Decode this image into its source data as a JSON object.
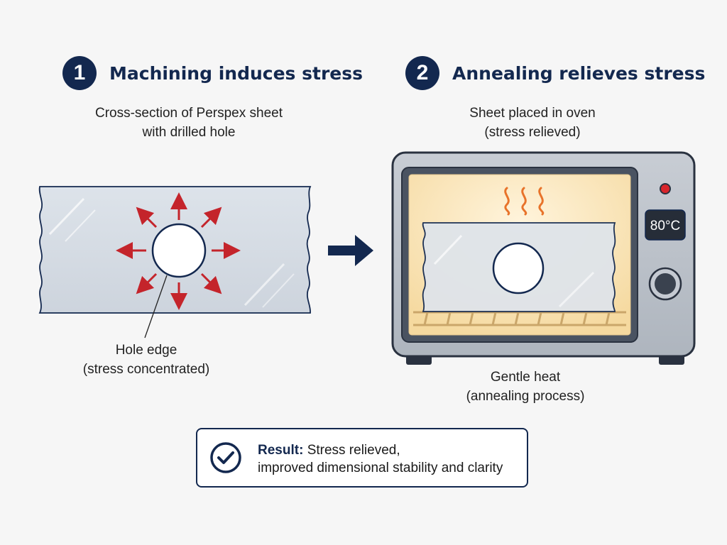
{
  "steps": [
    {
      "number": "1",
      "title": "Machining induces stress"
    },
    {
      "number": "2",
      "title": "Annealing relieves stress"
    }
  ],
  "left_caption": {
    "line1": "Cross-section of Perspex sheet",
    "line2": "with drilled hole"
  },
  "right_caption": {
    "line1": "Sheet placed in oven",
    "line2": "(stress relieved)"
  },
  "hole_label": {
    "line1": "Hole edge",
    "line2": "(stress concentrated)"
  },
  "oven": {
    "temperature": "80°C"
  },
  "heat_caption": {
    "line1": "Gentle heat",
    "line2": "(annealing process)"
  },
  "result": {
    "label": "Result:",
    "line1": "Stress relieved,",
    "line2": "improved dimensional stability and clarity"
  },
  "colors": {
    "navy": "#13284f",
    "stress_arrow": "#c4242b",
    "heat": "#e8732a",
    "oven_body": "#b9bfc7",
    "oven_interior": "#fbe6bd"
  }
}
